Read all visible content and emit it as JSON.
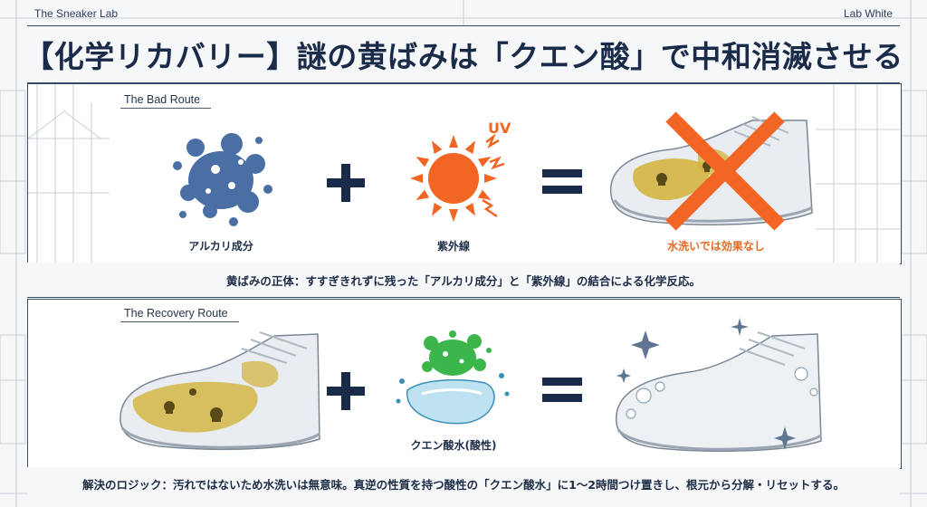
{
  "brand": "The Sneaker Lab",
  "edition": "Lab White",
  "title": "【化学リカバリー】謎の黄ばみは「クエン酸」で中和消滅させる",
  "bad_route": {
    "label": "The Bad Route",
    "items": [
      {
        "caption": "アルカリ成分",
        "icon": "alkali-splat-icon"
      },
      {
        "caption": "紫外線",
        "icon": "sun-uv-icon",
        "badge": "UV"
      },
      {
        "caption": "水洗いでは効果なし",
        "icon": "yellowed-shoe-crossed-icon"
      }
    ],
    "explanation": "黄ばみの正体：すすぎきれずに残った「アルカリ成分」と「紫外線」の結合による化学反応。"
  },
  "recovery_route": {
    "label": "The Recovery Route",
    "items": [
      {
        "caption": "",
        "icon": "yellowed-shoe-icon"
      },
      {
        "caption": "クエン酸水(酸性)",
        "icon": "citric-acid-splash-icon"
      },
      {
        "caption": "",
        "icon": "clean-shoe-icon"
      }
    ],
    "explanation": "解決のロジック：汚れではないため水洗いは無意味。真逆の性質を持つ酸性の「クエン酸水」に1〜2時間つけ置きし、根元から分解・リセットする。"
  },
  "colors": {
    "navy": "#1a2b4a",
    "blue": "#4a6fa5",
    "orange": "#f26522",
    "green": "#3cb54a",
    "stain": "#c9a227"
  }
}
